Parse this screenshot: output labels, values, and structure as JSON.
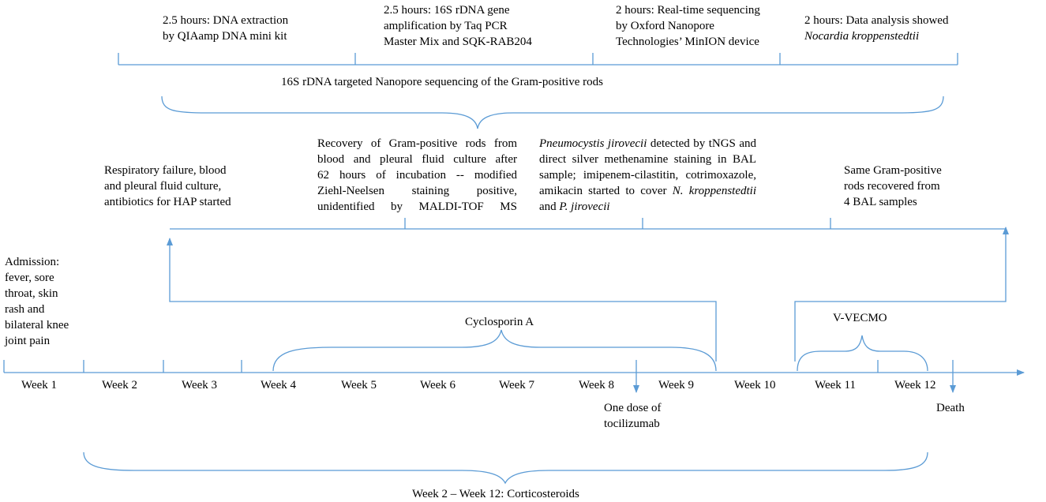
{
  "colors": {
    "line": "#5b9bd5",
    "text": "#000000"
  },
  "weeks": [
    "Week 1",
    "Week 2",
    "Week 3",
    "Week 4",
    "Week 5",
    "Week 6",
    "Week 7",
    "Week 8",
    "Week 9",
    "Week 10",
    "Week 11",
    "Week 12"
  ],
  "sequencing": {
    "step1": [
      "2.5 hours:  DNA extraction",
      "by QIAamp DNA mini  kit"
    ],
    "step2": [
      "2.5 hours:  16S rDNA gene",
      "amplification  by Taq PCR",
      "Master Mix and SQK-RAB204"
    ],
    "step3": [
      "2 hours:  Real-time sequencing",
      "by Oxford Nanopore",
      "Technologies’ MinION device"
    ],
    "step4": [
      "2 hours:  Data analysis showed",
      "Nocardia kroppenstedtii"
    ],
    "caption": "16S rDNA targeted  Nanopore sequencing  of the Gram-positive  rods"
  },
  "events": {
    "respiratory": [
      "Respiratory failure, blood",
      "and pleural fluid culture,",
      "antibiotics for HAP started"
    ],
    "recovery": [
      "Recovery of Gram-positive rods from",
      "blood and pleural fluid culture after",
      "62 hours of incubation  -- modified",
      "Ziehl-Neelsen staining positive,",
      "unidentified by MALDI-TOF MS"
    ],
    "pneumocystis": {
      "l1_italic": "Pneumocystis jirovecii",
      "l1_rest": " detected by tNGS and",
      "l2": "direct silver methenamine  staining  in BAL",
      "l3": "sample;  imipenem-cilastitin,  cotrimoxazole,",
      "l4_pre": "amikacin started to cover ",
      "l4_italic": "N. kroppenstedtii",
      "l5_pre": "and ",
      "l5_italic": "P. jirovecii"
    },
    "same_rods": [
      "Same Gram-positive",
      "rods recovered from",
      "4 BAL samples"
    ],
    "admission": [
      "Admission:",
      "fever, sore",
      "throat, skin",
      "rash and",
      "bilateral knee",
      "joint pain"
    ],
    "cyclosporin": "Cyclosporin A",
    "vvecmo": "V-VECMO",
    "tocilizumab": [
      "One dose of",
      "tocilizumab"
    ],
    "death": "Death",
    "corticosteroids": "Week 2 – Week 12: Corticosteroids"
  }
}
